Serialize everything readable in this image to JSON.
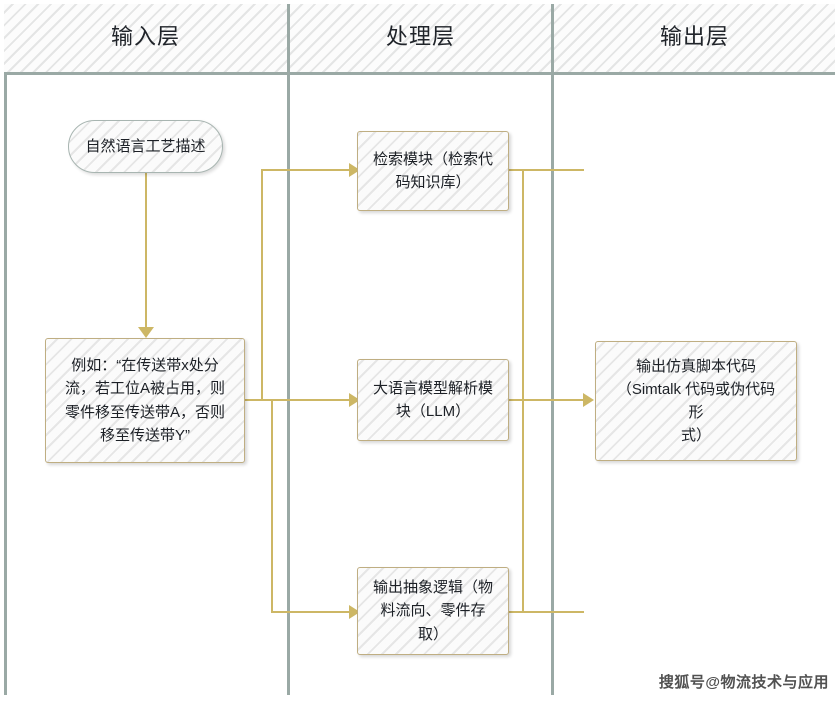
{
  "diagram": {
    "title": "NLP to Simulation Script Generation Swimlane Flowchart",
    "accent_connector_color": "#cdb765",
    "lane_divider_color": "#9aa9a5",
    "node_border_color": "#bfae82",
    "node_fill_color": "#eeeeee"
  },
  "lanes": [
    {
      "id": "input",
      "title": "输入层"
    },
    {
      "id": "process",
      "title": "处理层"
    },
    {
      "id": "output",
      "title": "输出层"
    }
  ],
  "nodes": {
    "start": {
      "label": "自然语言工艺描述",
      "shape": "stadium",
      "lane": "input"
    },
    "example": {
      "label": "例如：“在传送带x处分\n流，若工位A被占用，则\n零件移至传送带A，否则\n移至传送带Y”",
      "shape": "rect",
      "lane": "input"
    },
    "retrieval": {
      "label": "检索模块（检索代\n码知识库）",
      "shape": "rect",
      "lane": "process"
    },
    "llm": {
      "label": "大语言模型解析模\n块（LLM）",
      "shape": "rect",
      "lane": "process"
    },
    "abstract_logic": {
      "label": "输出抽象逻辑（物\n料流向、零件存\n取）",
      "shape": "rect",
      "lane": "process"
    },
    "output_code": {
      "label": "输出仿真脚本代码\n（Simtalk 代码或伪代码形\n式）",
      "shape": "rect",
      "lane": "output"
    }
  },
  "watermark": {
    "text": "搜狐号@物流技术与应用"
  }
}
